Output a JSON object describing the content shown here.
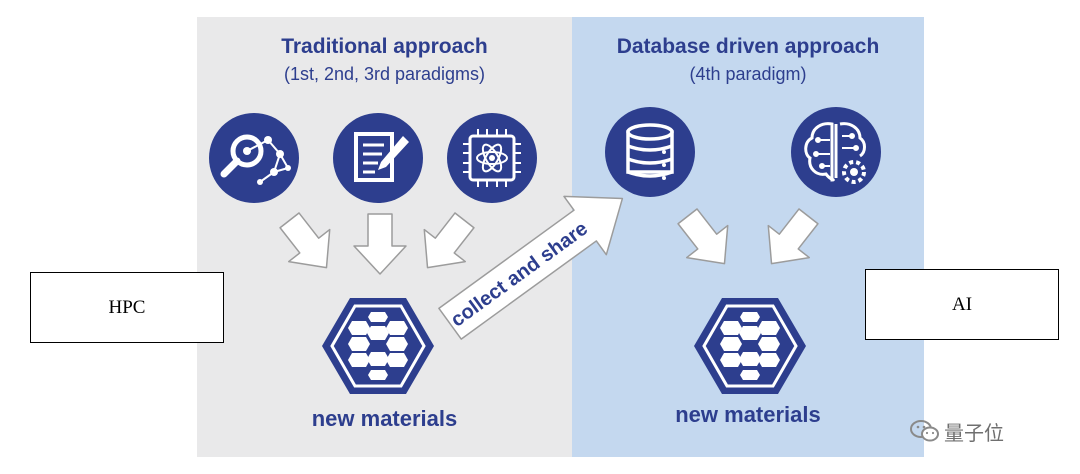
{
  "left_panel": {
    "title": "Traditional approach",
    "subtitle": "(1st, 2nd, 3rd paradigms)",
    "result_label": "new materials",
    "icons": [
      "magnifier-molecule-icon",
      "document-pen-icon",
      "chip-atom-icon"
    ]
  },
  "right_panel": {
    "title": "Database driven approach",
    "subtitle": "(4th paradigm)",
    "result_label": "new materials",
    "icons": [
      "database-icon",
      "brain-gear-icon"
    ]
  },
  "connector": {
    "label": "collect and share"
  },
  "boxes": {
    "left": "HPC",
    "right": "AI"
  },
  "watermark": {
    "text": "量子位"
  },
  "colors": {
    "navy": "#2d3e8e",
    "left_bg": "#e9e9ea",
    "right_bg": "#c4d8ef"
  }
}
